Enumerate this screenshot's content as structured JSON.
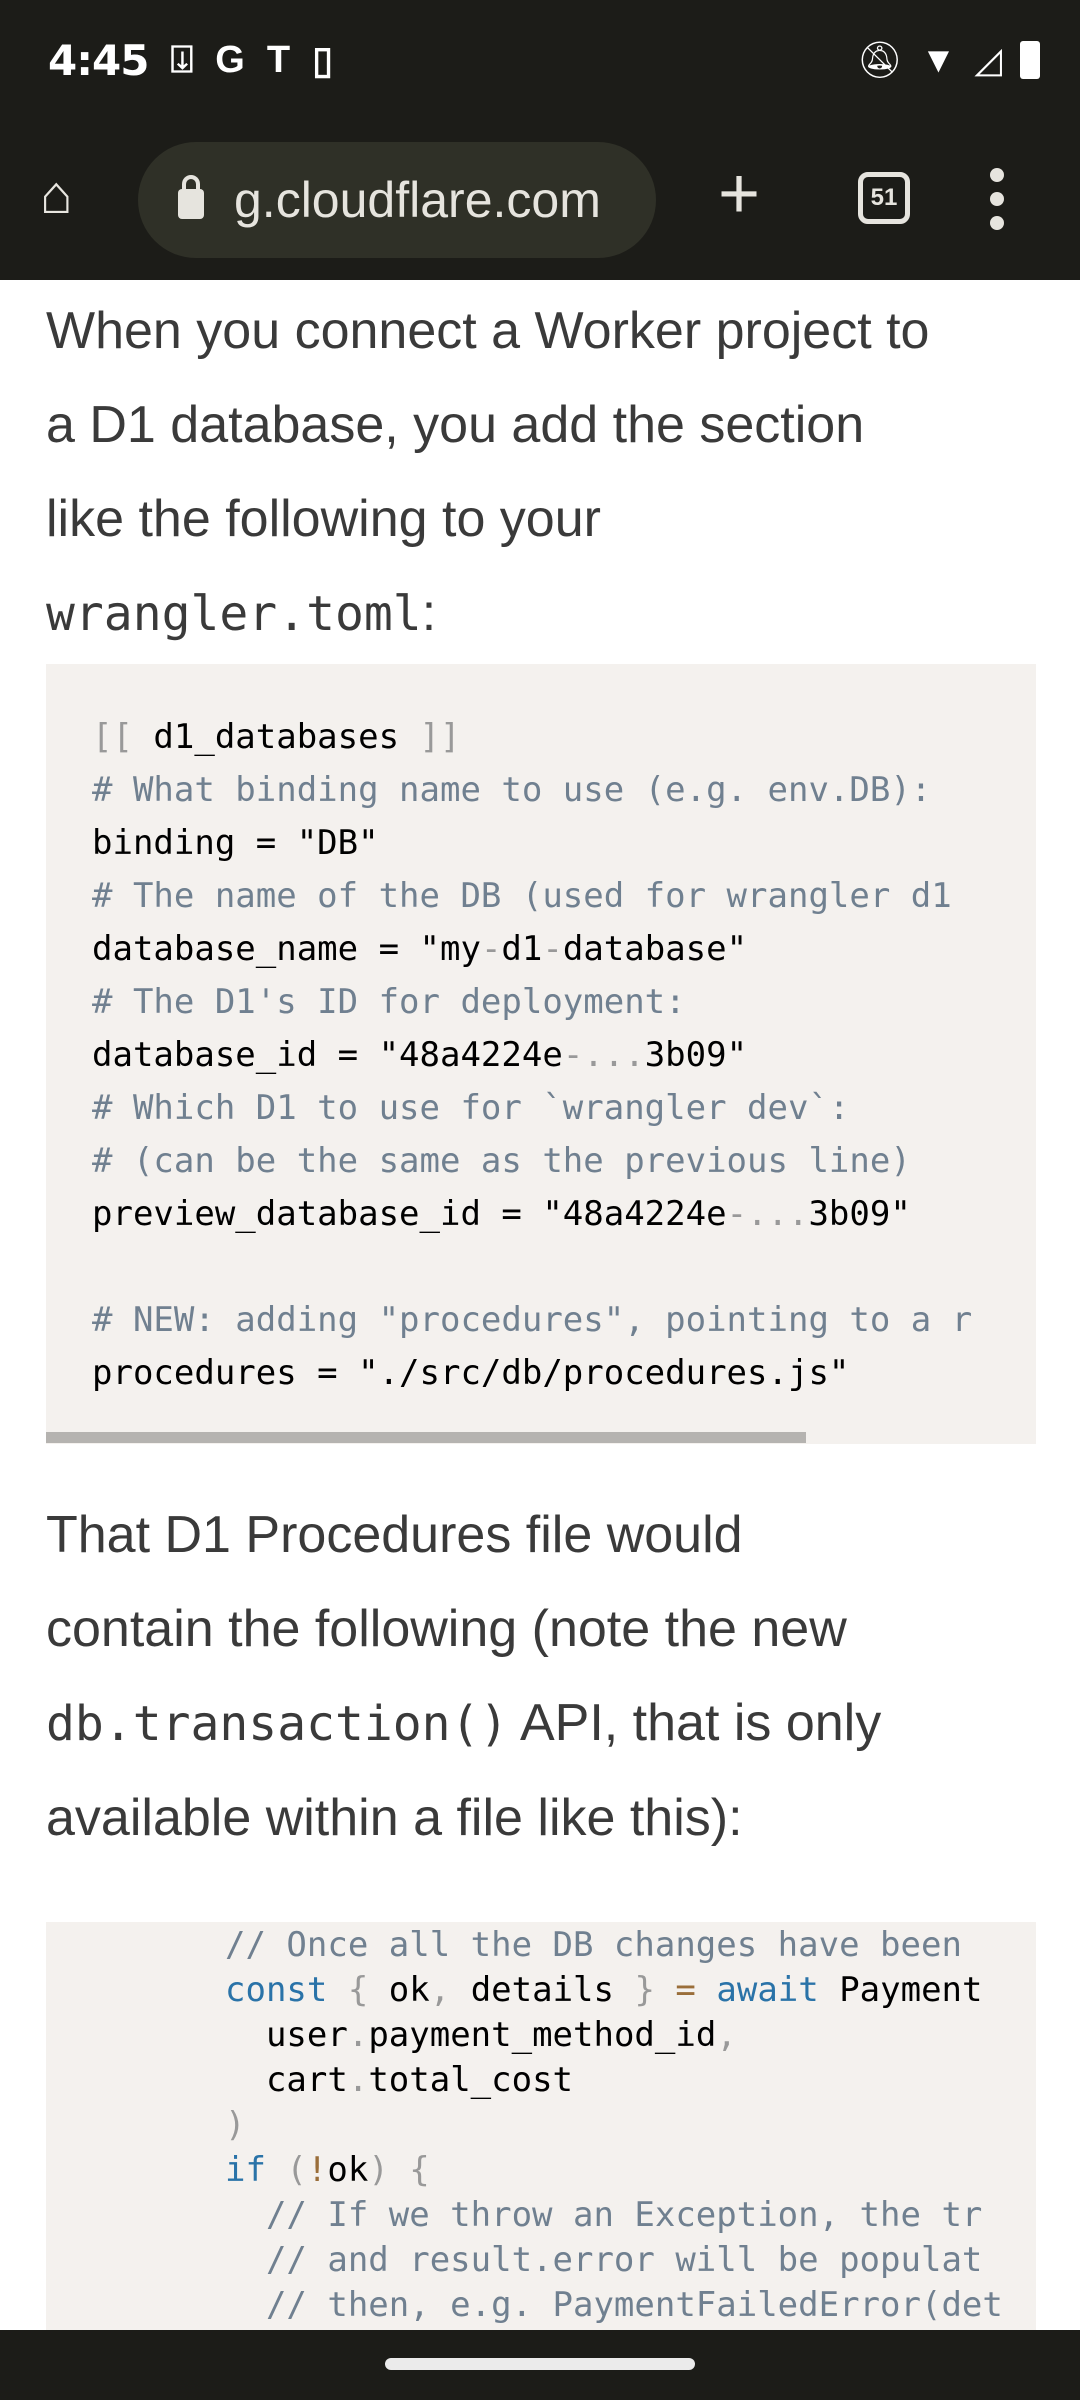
{
  "status_bar": {
    "time": "4:45",
    "left_icons": [
      "download-icon",
      "google-icon",
      "tesla-icon",
      "speaker-icon"
    ],
    "right_icons": [
      "bell-off-icon",
      "wifi-icon",
      "signal-icon",
      "battery-icon"
    ]
  },
  "browser": {
    "url": "g.cloudflare.com",
    "tab_count": "51"
  },
  "content": {
    "para1_lines": [
      "When you connect a Worker project to",
      "a D1 database, you add the section",
      "like the following to your"
    ],
    "para1_code": "wrangler.toml",
    "para1_tail": ":",
    "code1": [
      [
        [
          "[[ ",
          "g"
        ],
        [
          "d1_databases",
          ""
        ],
        [
          " ]]",
          "g"
        ]
      ],
      [
        [
          "# What binding name to use (e.g. env.DB):",
          "c"
        ]
      ],
      [
        [
          "binding = \"DB\"",
          ""
        ]
      ],
      [
        [
          "# The name of the DB (used for wrangler d1",
          "c"
        ]
      ],
      [
        [
          "database_name = \"my",
          ""
        ],
        [
          "-",
          "g"
        ],
        [
          "d1",
          ""
        ],
        [
          "-",
          "g"
        ],
        [
          "database\"",
          ""
        ]
      ],
      [
        [
          "# The D1's ID for deployment:",
          "c"
        ]
      ],
      [
        [
          "database_id = \"48a4224e",
          ""
        ],
        [
          "-...",
          "g"
        ],
        [
          "3b09\"",
          ""
        ]
      ],
      [
        [
          "# Which D1 to use for `wrangler dev`:",
          "c"
        ]
      ],
      [
        [
          "# (can be the same as the previous line)",
          "c"
        ]
      ],
      [
        [
          "preview_database_id = \"48a4224e",
          ""
        ],
        [
          "-...",
          "g"
        ],
        [
          "3b09\"",
          ""
        ]
      ],
      [],
      [
        [
          "# NEW: adding \"procedures\", pointing to a r",
          "c"
        ]
      ],
      [
        [
          "procedures = \"./src/db/procedures.js\"",
          ""
        ]
      ]
    ],
    "para2_lines": [
      "That D1 Procedures file would",
      "contain the following (note the new"
    ],
    "para2_code": "db.transaction()",
    "para2_after_code": " API, that is only",
    "para2_last": "available within a file like this):",
    "code2": [
      [
        [
          "// Once all the DB changes have been",
          "c"
        ]
      ],
      [
        [
          "const",
          "k"
        ],
        [
          " { ",
          "g"
        ],
        [
          "ok",
          ""
        ],
        [
          ", ",
          "g"
        ],
        [
          "details",
          ""
        ],
        [
          " } ",
          "g"
        ],
        [
          "=",
          "o"
        ],
        [
          " ",
          ""
        ],
        [
          "await",
          "k"
        ],
        [
          " Payment",
          ""
        ]
      ],
      [
        [
          "  user",
          ""
        ],
        [
          ".",
          "g"
        ],
        [
          "payment_method_id",
          ""
        ],
        [
          ",",
          "g"
        ]
      ],
      [
        [
          "  cart",
          ""
        ],
        [
          ".",
          "g"
        ],
        [
          "total_cost",
          ""
        ]
      ],
      [
        [
          ")",
          "g"
        ]
      ],
      [
        [
          "if",
          "k"
        ],
        [
          " (",
          "g"
        ],
        [
          "!",
          "o"
        ],
        [
          "ok",
          ""
        ],
        [
          ") {",
          "g"
        ]
      ],
      [
        [
          "  // If we throw an Exception, the tr",
          "c"
        ]
      ],
      [
        [
          "  // and result.error will be populat",
          "c"
        ]
      ],
      [
        [
          "  // then, e.g. PaymentFailedError(det",
          "c"
        ]
      ]
    ]
  }
}
